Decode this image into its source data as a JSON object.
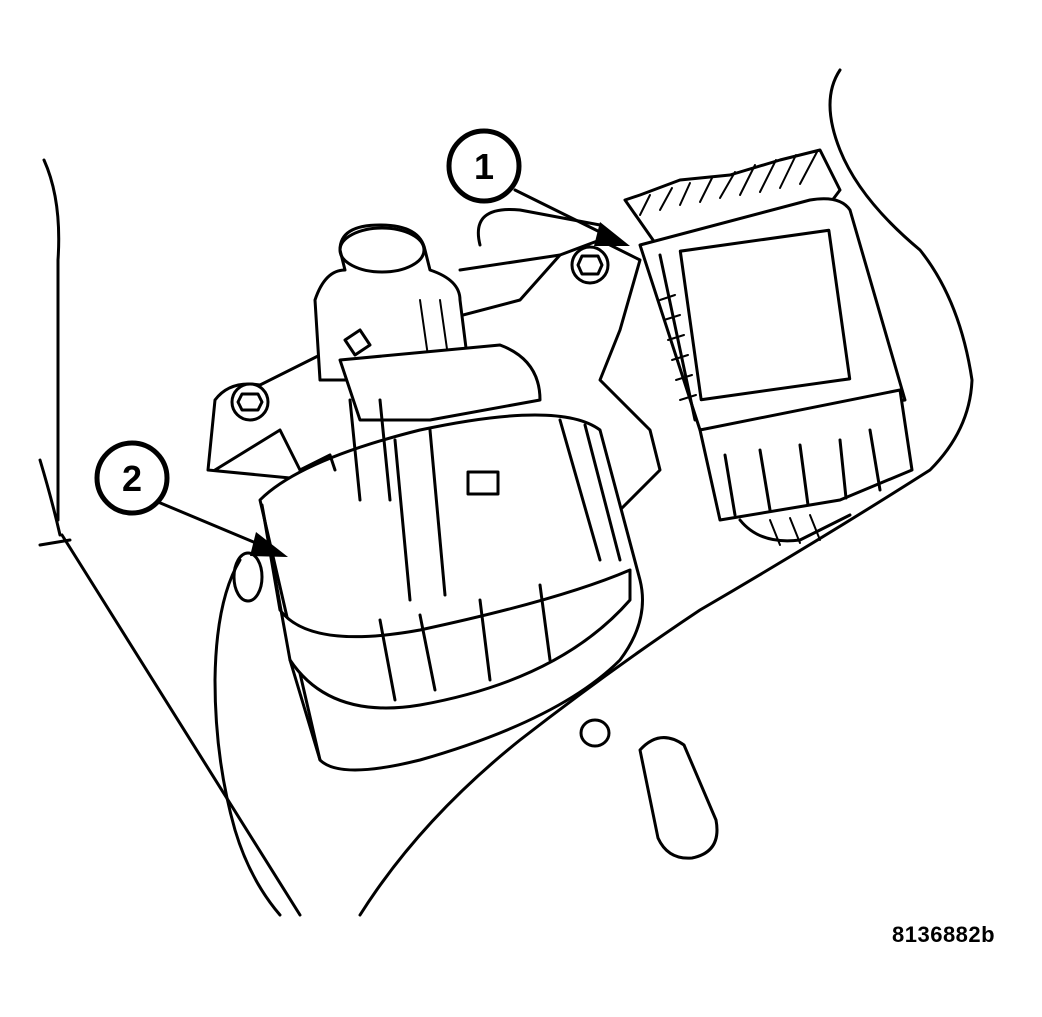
{
  "callouts": [
    {
      "number": "1"
    },
    {
      "number": "2"
    }
  ],
  "figure_id": "8136882b",
  "colors": {
    "line": "#000000",
    "background": "#ffffff"
  }
}
